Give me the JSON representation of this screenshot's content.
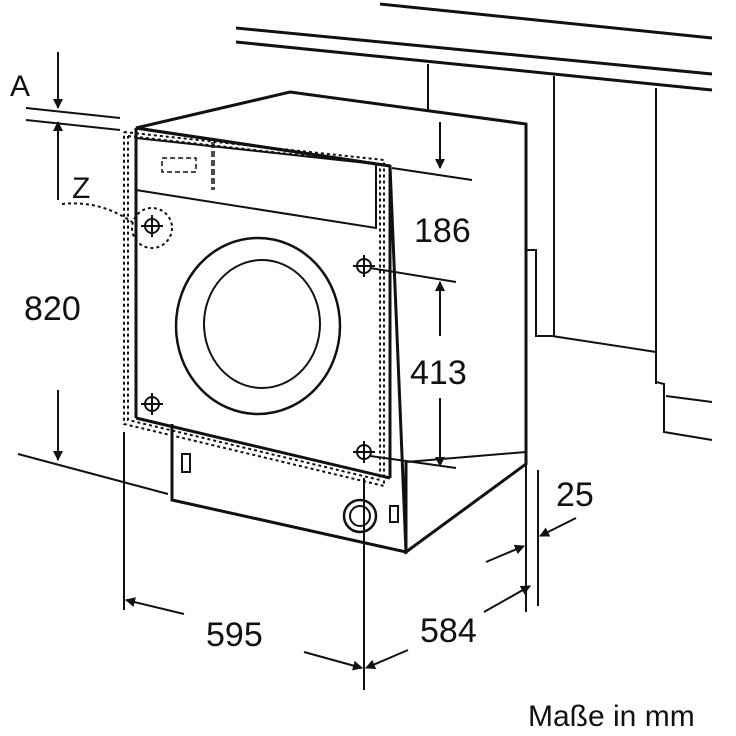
{
  "labels": {
    "a": "A",
    "z": "Z",
    "h186": "186",
    "h820": "820",
    "h413": "413",
    "w595": "595",
    "d584": "584",
    "g25": "25",
    "units": "Maße in mm"
  }
}
